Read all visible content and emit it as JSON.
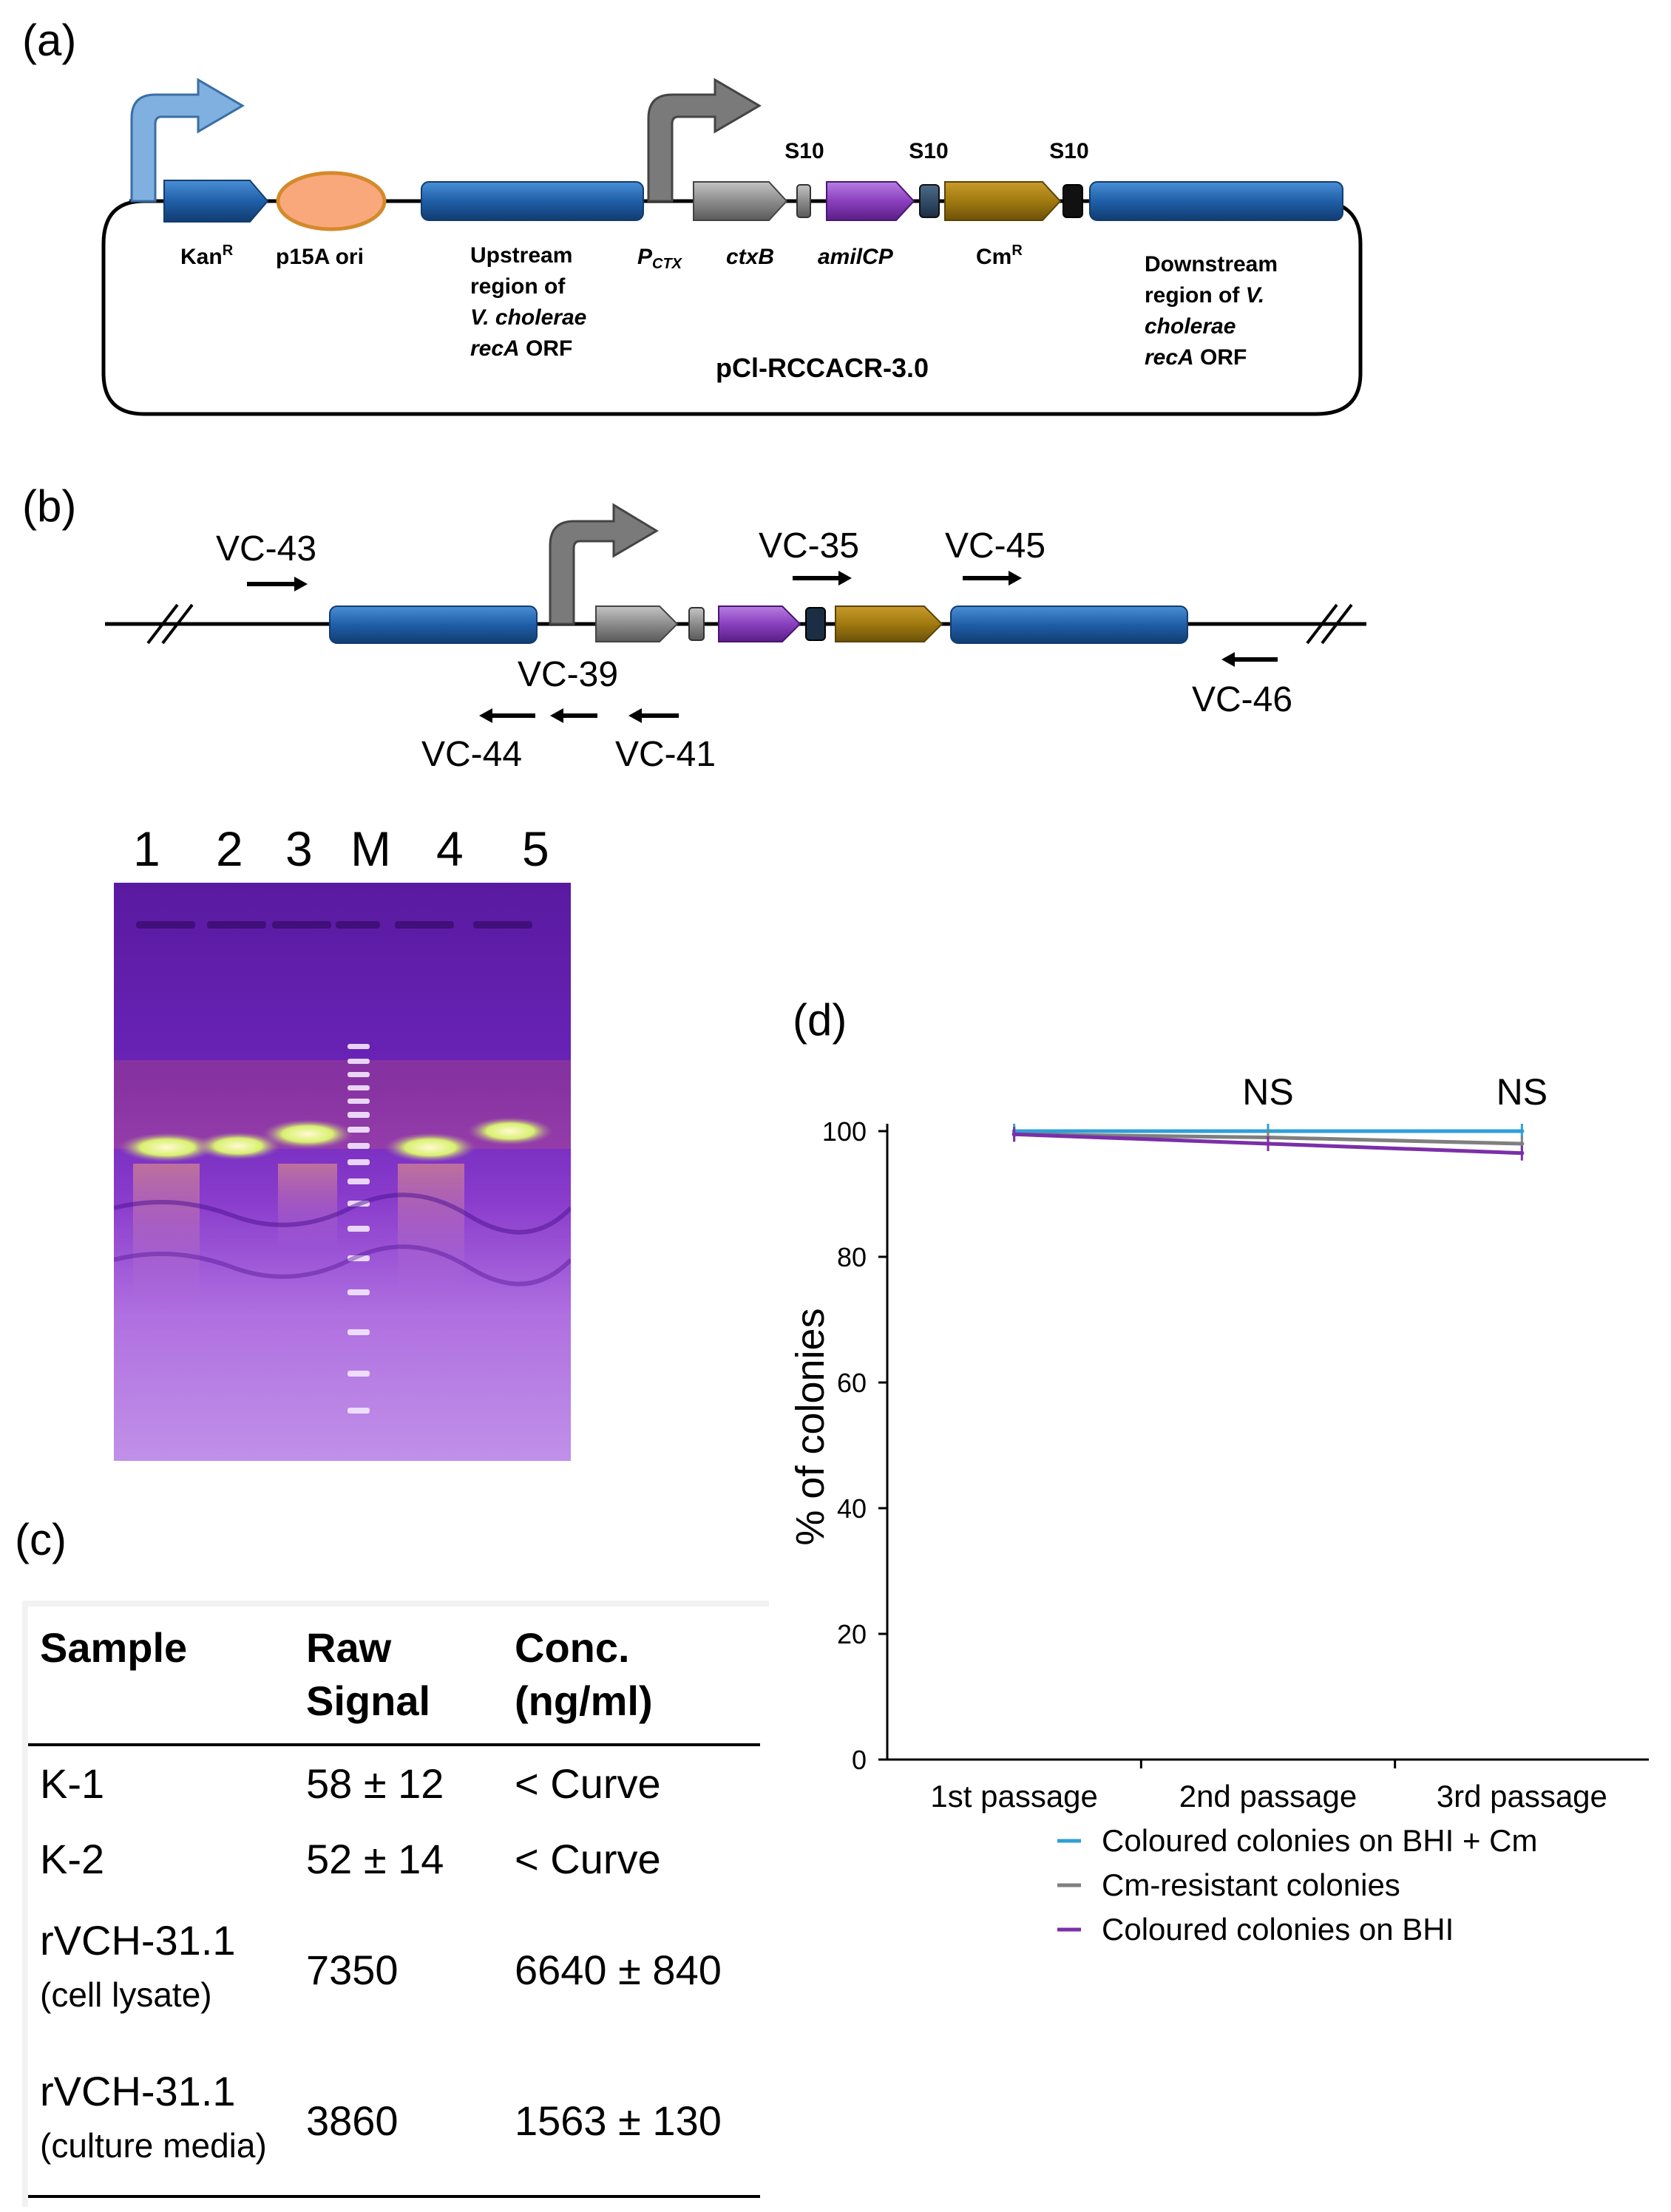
{
  "panels": {
    "a": "(a)",
    "b": "(b)",
    "c": "(c)",
    "d": "(d)"
  },
  "panel_a": {
    "plasmid_name": "pCl-RCCACR-3.0",
    "s10_labels": [
      "S10",
      "S10",
      "S10"
    ],
    "kan": "Kan",
    "kan_sup": "R",
    "p15a": "p15A ori",
    "upstream": [
      "Upstream",
      "region of",
      "V. cholerae",
      "recA ORF"
    ],
    "pctx": "P",
    "pctx_sub": "CTX",
    "ctxb": "ctxB",
    "amilcp": "amilCP",
    "cm": "Cm",
    "cm_sup": "R",
    "downstream": [
      "Downstream",
      "region of V.",
      "cholerae",
      "recA ORF"
    ],
    "colors": {
      "blue_gene": "#1f5fa8",
      "ori": "#f9a87c",
      "grey_gene": "#8c8c8c",
      "purple_gene": "#8a3fbf",
      "cm_gene": "#a07a10",
      "promoter_blue": "#7fb0e0",
      "promoter_grey": "#7a7a7a"
    }
  },
  "panel_b": {
    "primers": {
      "vc43": "VC-43",
      "vc35": "VC-35",
      "vc45": "VC-45",
      "vc39": "VC-39",
      "vc44": "VC-44",
      "vc41": "VC-41",
      "vc46": "VC-46"
    },
    "lanes": [
      "1",
      "2",
      "3",
      "M",
      "4",
      "5"
    ]
  },
  "panel_c": {
    "headers": [
      [
        "Sample"
      ],
      [
        "Raw",
        "Signal"
      ],
      [
        "Conc.",
        "(ng/ml)"
      ]
    ],
    "rows": [
      {
        "sample": "K-1",
        "sample_sub": "",
        "raw": "58 ± 12",
        "conc": "< Curve"
      },
      {
        "sample": "K-2",
        "sample_sub": "",
        "raw": "52 ± 14",
        "conc": "< Curve"
      },
      {
        "sample": "rVCH-31.1",
        "sample_sub": "(cell lysate)",
        "raw": "7350",
        "conc": "6640 ± 840"
      },
      {
        "sample": "rVCH-31.1",
        "sample_sub": "(culture media)",
        "raw": "3860",
        "conc": "1563 ± 130"
      }
    ]
  },
  "chart_data": {
    "type": "line",
    "title": "",
    "xlabel": "",
    "ylabel": "% of colonies",
    "ylim": [
      0,
      100
    ],
    "yticks": [
      0,
      20,
      40,
      60,
      80,
      100
    ],
    "categories": [
      "1st passage",
      "2nd passage",
      "3rd passage"
    ],
    "annotations": [
      "NS",
      "NS"
    ],
    "legend_position": "bottom",
    "grid": false,
    "series": [
      {
        "name": "Coloured colonies on BHI + Cm",
        "values": [
          100,
          100,
          100
        ],
        "color": "#2f9fd8"
      },
      {
        "name": "Cm-resistant colonies",
        "values": [
          99.5,
          99,
          98
        ],
        "color": "#7f7f7f"
      },
      {
        "name": "Coloured colonies on BHI",
        "values": [
          99.5,
          98,
          96.5
        ],
        "color": "#7b2fa8"
      }
    ]
  }
}
